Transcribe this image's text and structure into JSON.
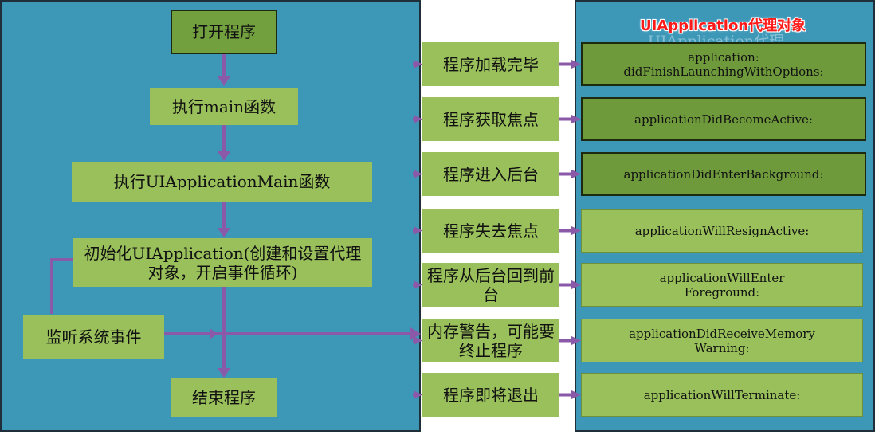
{
  "flow": {
    "open": "打开程序",
    "main": "执行main函数",
    "uiapp_main": "执行UIApplicationMain函数",
    "init": "初始化UIApplication(创建和设置代理对象，开启事件循环)",
    "listen": "监听系统事件",
    "end": "结束程序"
  },
  "delegate_title": "UIApplication代理对象",
  "delegate_title_ghost": "UIApplication代理",
  "events": [
    {
      "label": "程序加载完毕",
      "method": "application:\ndidFinishLaunchingWithOptions:"
    },
    {
      "label": "程序获取焦点",
      "method": "applicationDidBecomeActive:"
    },
    {
      "label": "程序进入后台",
      "method": "applicationDidEnterBackground:"
    },
    {
      "label": "程序失去焦点",
      "method": "applicationWillResignActive:"
    },
    {
      "label": "程序从后台回到前台",
      "method": "applicationWillEnter\nForeground:"
    },
    {
      "label": "内存警告，可能要终止程序",
      "method": "applicationDidReceiveMemory\nWarning:"
    },
    {
      "label": "程序即将退出",
      "method": "applicationWillTerminate:"
    }
  ],
  "colors": {
    "panel": "#3d98b8",
    "box": "#99c05a",
    "box_dark": "#73a03e",
    "connector": "#8a5aa8",
    "title": "#ff1a1a"
  }
}
